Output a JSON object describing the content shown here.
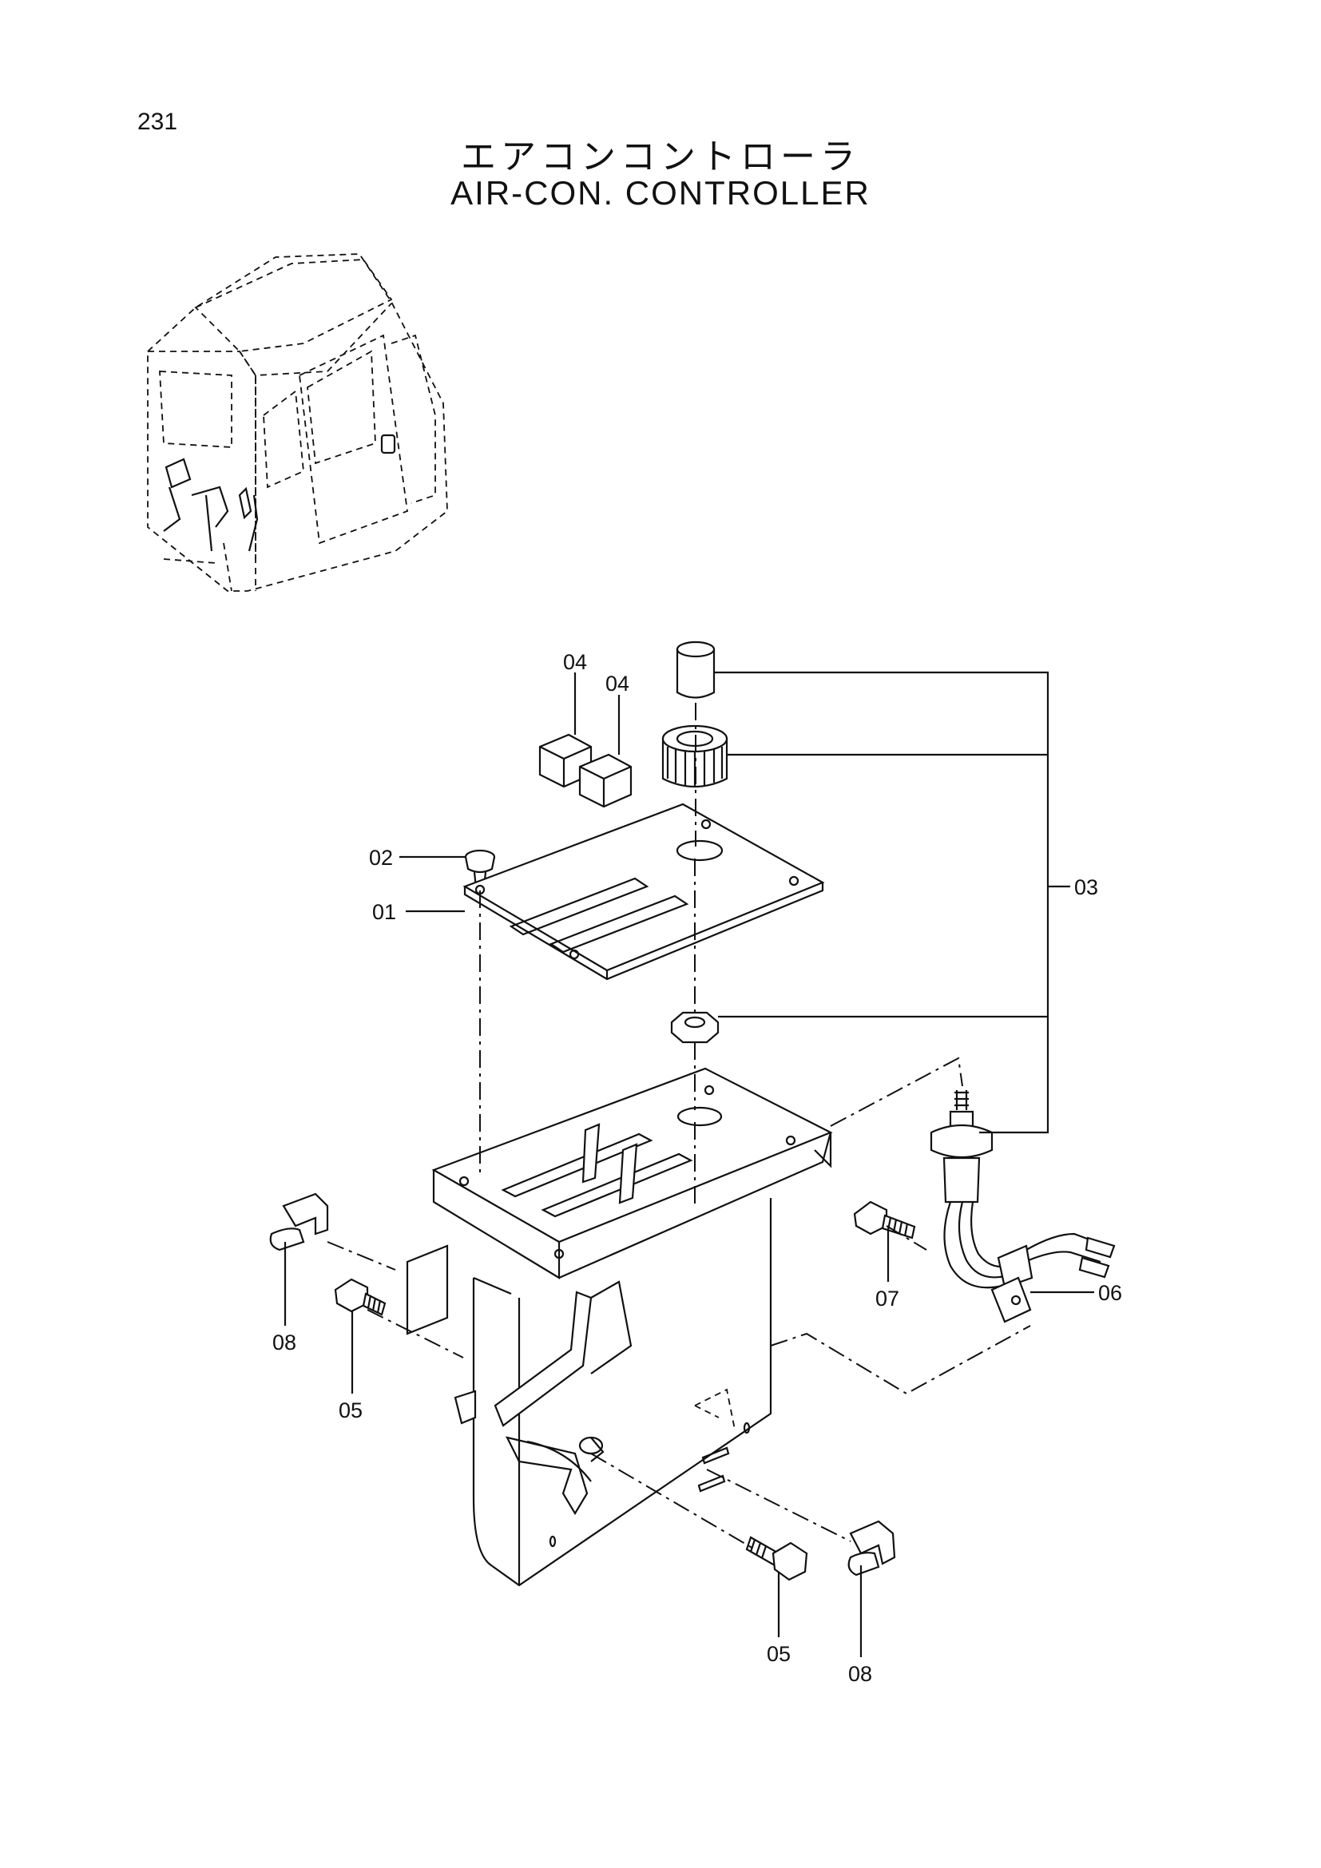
{
  "page_number": "231",
  "title_jp": "エアコンコントローラ",
  "title_en": "AIR-CON. CONTROLLER",
  "callouts": {
    "p01": "01",
    "p02": "02",
    "p03": "03",
    "p04a": "04",
    "p04b": "04",
    "p05a": "05",
    "p05b": "05",
    "p06": "06",
    "p07": "07",
    "p08a": "08",
    "p08b": "08"
  }
}
